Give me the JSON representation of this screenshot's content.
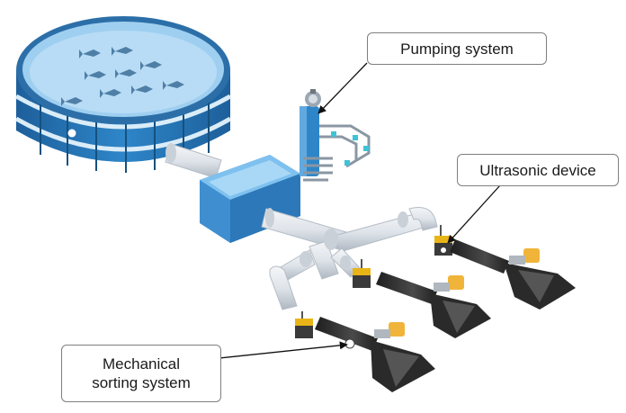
{
  "labels": {
    "pumping": "Pumping system",
    "ultrasonic": "Ultrasonic device",
    "sorting_line1": "Mechanical",
    "sorting_line2": "sorting system"
  },
  "colors": {
    "tank_blue": "#2e86c8",
    "tank_dark": "#1d5f9b",
    "water": "#9fcff0",
    "fish": "#4f7fa6",
    "box_blue": "#3f8fd0",
    "pipe": "#dfe4ea",
    "pipe_shade": "#aeb7c1",
    "device_yellow": "#e8b417",
    "sorter_dark": "#2a2a2a",
    "motor_yellow": "#f0b43a",
    "outline": "#7f7f7f"
  }
}
